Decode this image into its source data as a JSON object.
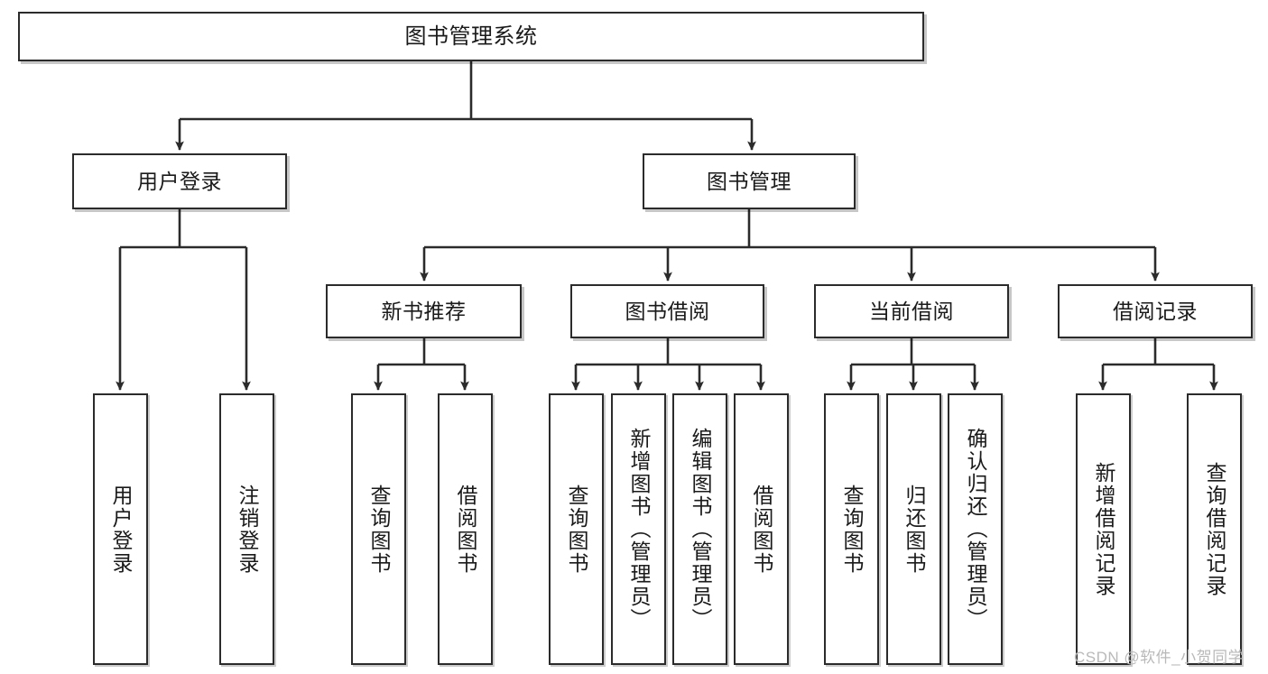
{
  "diagram": {
    "type": "tree-hierarchy-flowchart",
    "title": "图书管理系统",
    "watermark": "CSDN @软件_小贺同学",
    "colors": {
      "border": "#2b2b2b",
      "fill": "#ffffff",
      "text": "#1a1a1a",
      "edge": "#2b2b2b",
      "watermark": "#b9b9b9"
    },
    "nodes": {
      "root": {
        "label": "图书管理系统"
      },
      "level2": [
        {
          "id": "user-login",
          "label": "用户登录"
        },
        {
          "id": "book-manage",
          "label": "图书管理"
        }
      ],
      "level3": [
        {
          "id": "new-book-rec",
          "label": "新书推荐"
        },
        {
          "id": "book-borrow",
          "label": "图书借阅"
        },
        {
          "id": "current-borrow",
          "label": "当前借阅"
        },
        {
          "id": "borrow-record",
          "label": "借阅记录"
        }
      ],
      "leaves": {
        "user-login": [
          {
            "id": "leaf-user-login",
            "label": "用户登录"
          },
          {
            "id": "leaf-user-logout",
            "label": "注销登录"
          }
        ],
        "new-book-rec": [
          {
            "id": "leaf-query-book-1",
            "label": "查询图书"
          },
          {
            "id": "leaf-borrow-book-1",
            "label": "借阅图书"
          }
        ],
        "book-borrow": [
          {
            "id": "leaf-query-book-2",
            "label": "查询图书"
          },
          {
            "id": "leaf-add-book",
            "label": "新增图书（管理员）"
          },
          {
            "id": "leaf-edit-book",
            "label": "编辑图书（管理员）"
          },
          {
            "id": "leaf-borrow-book-2",
            "label": "借阅图书"
          }
        ],
        "current-borrow": [
          {
            "id": "leaf-query-book-3",
            "label": "查询图书"
          },
          {
            "id": "leaf-return-book",
            "label": "归还图书"
          },
          {
            "id": "leaf-confirm-return",
            "label": "确认归还（管理员）"
          }
        ],
        "borrow-record": [
          {
            "id": "leaf-add-record",
            "label": "新增借阅记录"
          },
          {
            "id": "leaf-query-record",
            "label": "查询借阅记录"
          }
        ]
      }
    }
  }
}
